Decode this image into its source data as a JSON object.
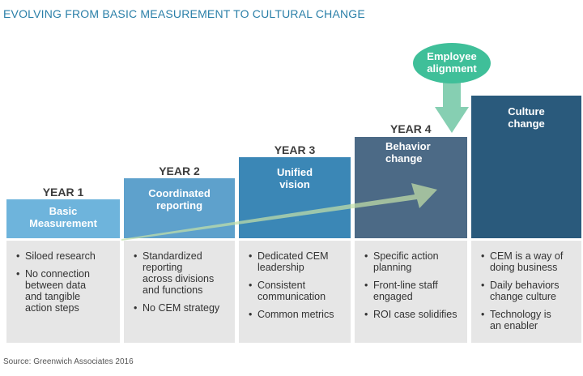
{
  "title": "EVOLVING FROM BASIC MEASUREMENT TO CULTURAL CHANGE",
  "source": "Source: Greenwich Associates 2016",
  "callout": "Employee\nalignment",
  "stages": [
    {
      "year": "YEAR 1",
      "name": "Basic\nMeasurement",
      "color": "#6eb4dc",
      "items": [
        "Siloed research",
        "No connection\nbetween data\nand tangible\naction steps"
      ]
    },
    {
      "year": "YEAR 2",
      "name": "Coordinated\nreporting",
      "color": "#5ea1cc",
      "items": [
        "Standardized\nreporting\nacross divisions\nand functions",
        "No CEM strategy"
      ]
    },
    {
      "year": "YEAR 3",
      "name": "Unified\nvision",
      "color": "#3b87b6",
      "items": [
        "Dedicated CEM\nleadership",
        "Consistent\ncommunication",
        "Common metrics"
      ]
    },
    {
      "year": "YEAR 4",
      "name": "Behavior\nchange",
      "color": "#4c6a86",
      "items": [
        "Specific action\nplanning",
        "Front-line staff\nengaged",
        "ROI case solidifies"
      ]
    },
    {
      "year": "",
      "name": "Culture\nchange",
      "color": "#2a5a7c",
      "items": [
        "CEM is a way of\ndoing business",
        "Daily behaviors\nchange culture",
        "Technology is\nan enabler"
      ]
    }
  ]
}
